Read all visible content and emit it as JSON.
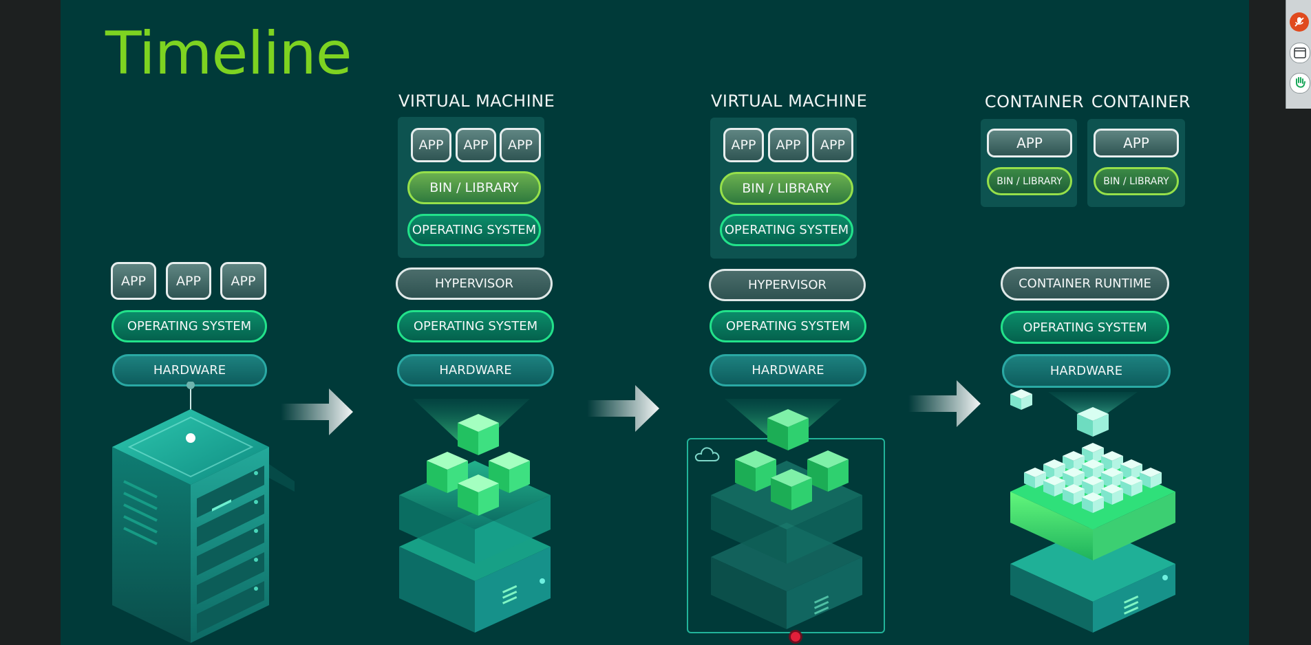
{
  "slide": {
    "title": "Timeline",
    "columns": [
      {
        "stack": {
          "apps": [
            "APP",
            "APP",
            "APP"
          ],
          "os": "OPERATING SYSTEM",
          "hardware": "HARDWARE"
        }
      },
      {
        "heading": "VIRTUAL MACHINE",
        "vm": {
          "apps": [
            "APP",
            "APP",
            "APP"
          ],
          "bin_library": "BIN / LIBRARY",
          "os": "OPERATING SYSTEM"
        },
        "stack": {
          "layer": "HYPERVISOR",
          "os": "OPERATING SYSTEM",
          "hardware": "HARDWARE"
        }
      },
      {
        "heading": "VIRTUAL MACHINE",
        "vm": {
          "apps": [
            "APP",
            "APP",
            "APP"
          ],
          "bin_library": "BIN / LIBRARY",
          "os": "OPERATING SYSTEM"
        },
        "stack": {
          "layer": "HYPERVISOR",
          "os": "OPERATING SYSTEM",
          "hardware": "HARDWARE"
        }
      },
      {
        "containers": [
          {
            "heading": "CONTAINER",
            "app": "APP",
            "bin_library": "BIN / LIBRARY"
          },
          {
            "heading": "CONTAINER",
            "app": "APP",
            "bin_library": "BIN / LIBRARY"
          }
        ],
        "stack": {
          "layer": "CONTAINER RUNTIME",
          "os": "OPERATING SYSTEM",
          "hardware": "HARDWARE"
        }
      }
    ]
  },
  "toolbar": {
    "icons": [
      "microphone-muted-icon",
      "window-icon",
      "raise-hand-icon"
    ]
  },
  "colors": {
    "background": "#003a39",
    "title": "#7ed321",
    "os_border": "#22e28a",
    "bin_library_border": "#96e04a"
  }
}
